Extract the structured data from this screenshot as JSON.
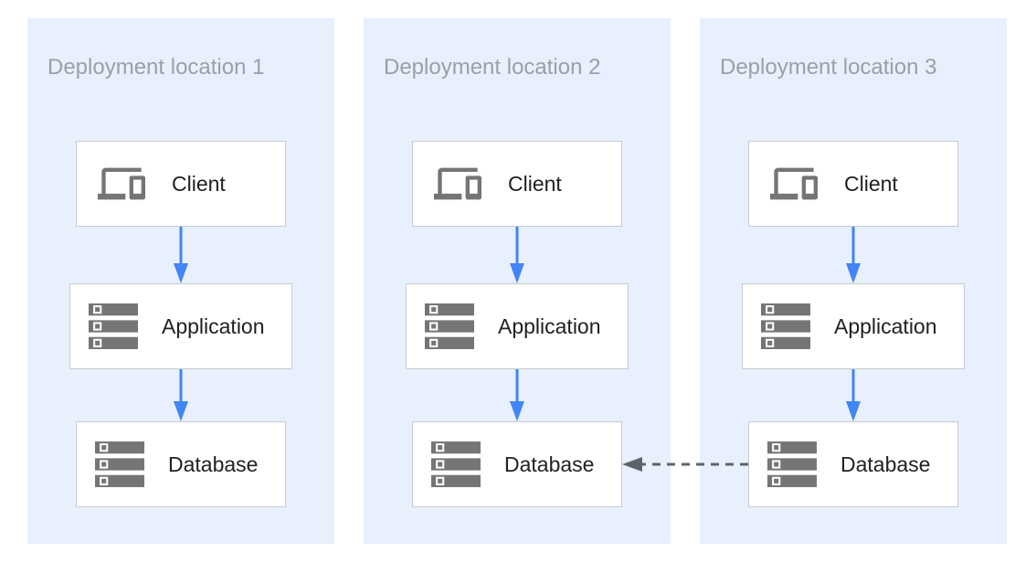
{
  "diagram": {
    "panels": [
      {
        "title": "Deployment location 1",
        "nodes": [
          {
            "id": "client-1",
            "label": "Client",
            "icon": "devices-icon"
          },
          {
            "id": "application-1",
            "label": "Application",
            "icon": "server-stack-icon"
          },
          {
            "id": "database-1",
            "label": "Database",
            "icon": "server-stack-icon"
          }
        ]
      },
      {
        "title": "Deployment location 2",
        "nodes": [
          {
            "id": "client-2",
            "label": "Client",
            "icon": "devices-icon"
          },
          {
            "id": "application-2",
            "label": "Application",
            "icon": "server-stack-icon"
          },
          {
            "id": "database-2",
            "label": "Database",
            "icon": "server-stack-icon"
          }
        ]
      },
      {
        "title": "Deployment location 3",
        "nodes": [
          {
            "id": "client-3",
            "label": "Client",
            "icon": "devices-icon"
          },
          {
            "id": "application-3",
            "label": "Application",
            "icon": "server-stack-icon"
          },
          {
            "id": "database-3",
            "label": "Database",
            "icon": "server-stack-icon"
          }
        ]
      }
    ],
    "edges": [
      {
        "from": "client-1",
        "to": "application-1",
        "style": "solid-arrow",
        "color": "#4285F4"
      },
      {
        "from": "application-1",
        "to": "database-1",
        "style": "solid-arrow",
        "color": "#4285F4"
      },
      {
        "from": "client-2",
        "to": "application-2",
        "style": "solid-arrow",
        "color": "#4285F4"
      },
      {
        "from": "application-2",
        "to": "database-2",
        "style": "solid-arrow",
        "color": "#4285F4"
      },
      {
        "from": "client-3",
        "to": "application-3",
        "style": "solid-arrow",
        "color": "#4285F4"
      },
      {
        "from": "application-3",
        "to": "database-3",
        "style": "solid-arrow",
        "color": "#4285F4"
      },
      {
        "from": "database-3",
        "to": "database-2",
        "style": "dashed-arrow",
        "color": "#5F6368"
      }
    ],
    "colors": {
      "page_bg": "#FFFFFF",
      "panel_bg": "#E8F0FE",
      "box_bg": "#FFFFFF",
      "box_border": "#C8CBCE",
      "title_text": "#9AA0A6",
      "label_text": "#202124",
      "icon_gray": "#757575",
      "arrow_blue": "#4285F4",
      "arrow_dashed_gray": "#5F6368"
    }
  }
}
